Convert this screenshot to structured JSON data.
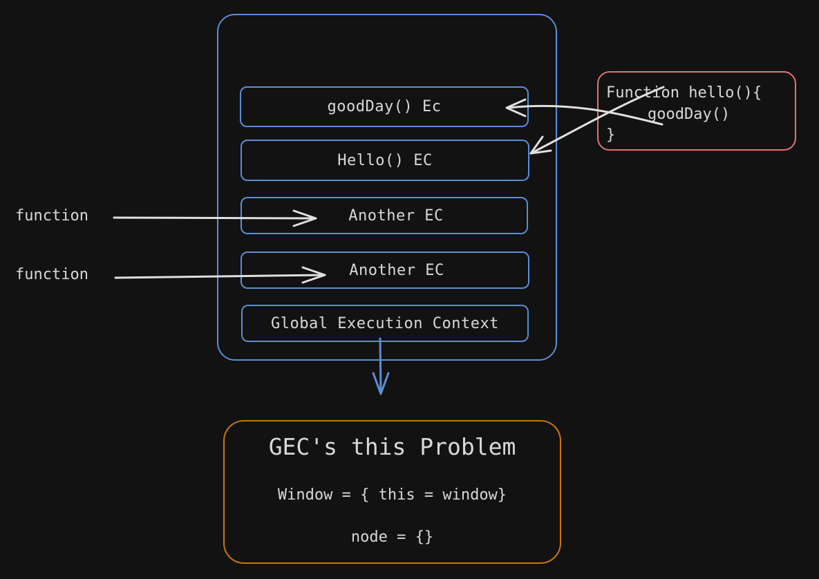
{
  "call_stack": {
    "contexts": [
      "goodDay() Ec",
      "Hello() EC",
      "Another EC",
      "Another EC",
      "Global Execution Context"
    ]
  },
  "code_snippet": {
    "lines": [
      "Function hello(){",
      "goodDay()",
      "}"
    ]
  },
  "side_labels": [
    "function",
    "function"
  ],
  "gec_problem": {
    "title": "GEC's this Problem",
    "line1": "Window = { this = window}",
    "line2": "node = {}"
  },
  "colors": {
    "background": "#121212",
    "stack_border": "#5b8fd6",
    "code_border": "#e57373",
    "gec_border": "#c8760c",
    "text": "#d9d9d9",
    "arrow": "#e0e0e0"
  }
}
